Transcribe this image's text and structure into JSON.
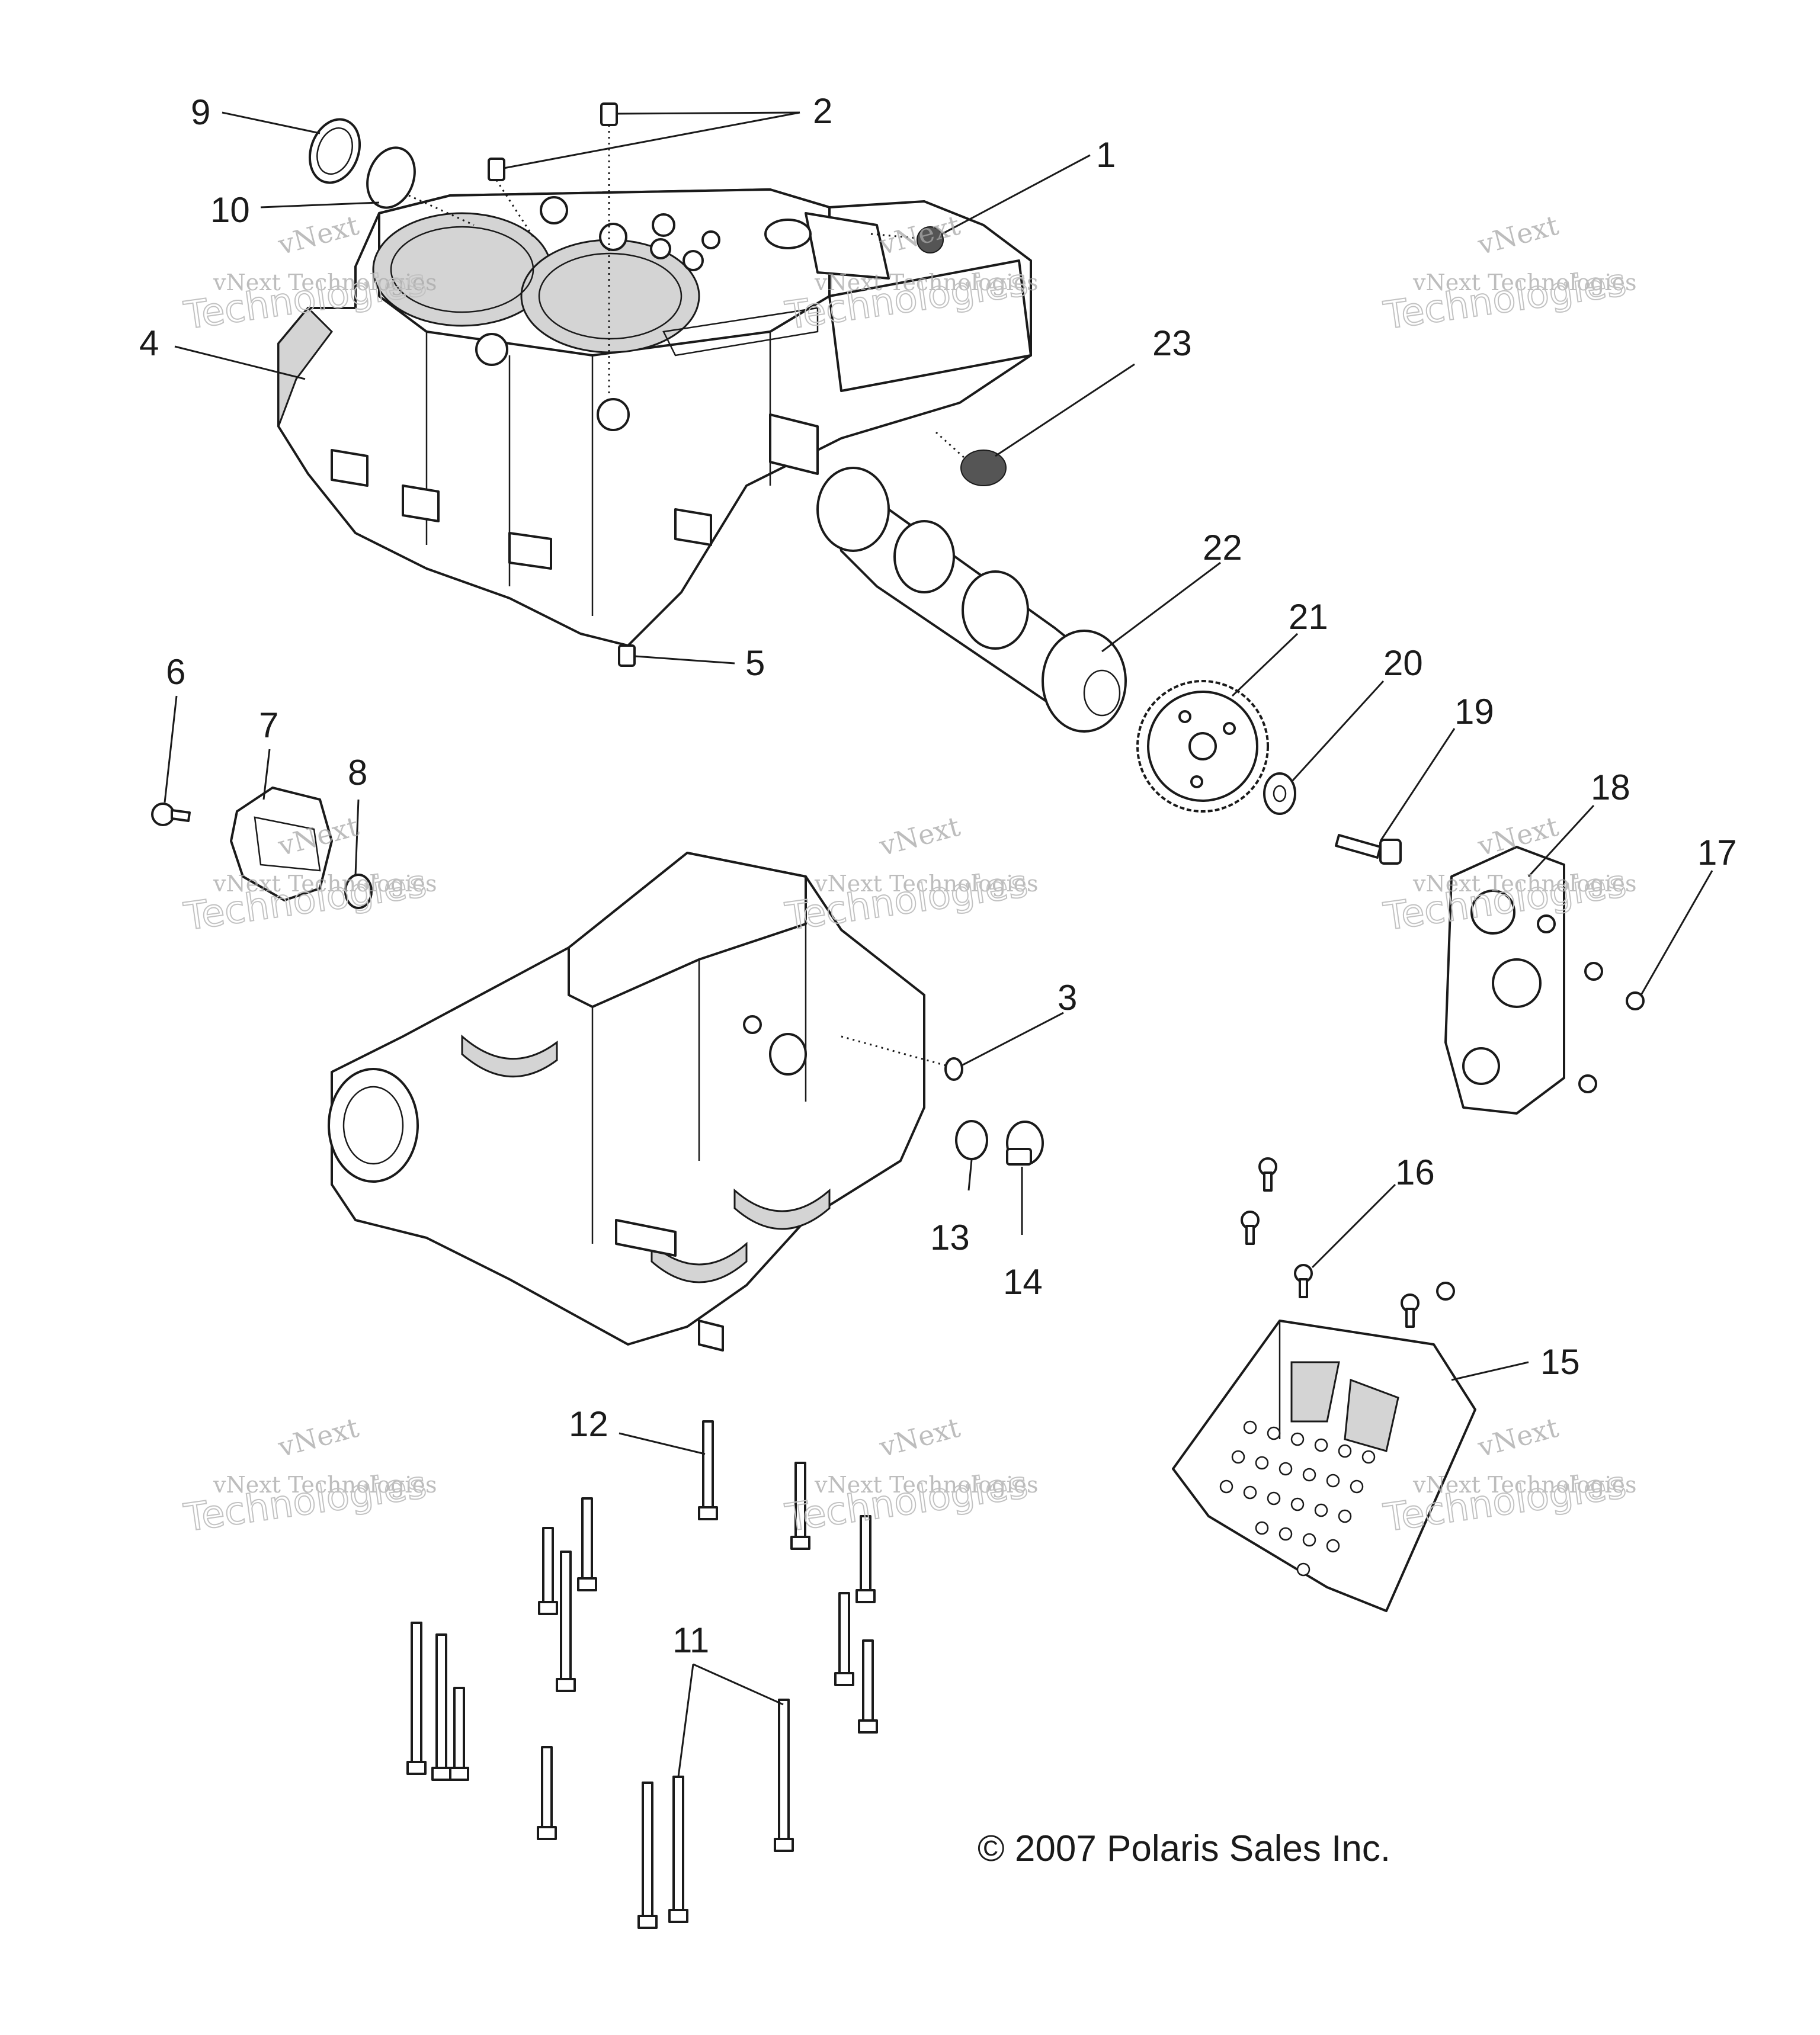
{
  "callouts": [
    "1",
    "2",
    "3",
    "4",
    "5",
    "6",
    "7",
    "8",
    "9",
    "10",
    "11",
    "12",
    "13",
    "14",
    "15",
    "16",
    "17",
    "18",
    "19",
    "20",
    "21",
    "22",
    "23"
  ],
  "watermark": {
    "line1": "vNext",
    "line2": "vNext Technologies",
    "line3": "Technologies"
  },
  "copyright": "© 2007 Polaris Sales Inc."
}
